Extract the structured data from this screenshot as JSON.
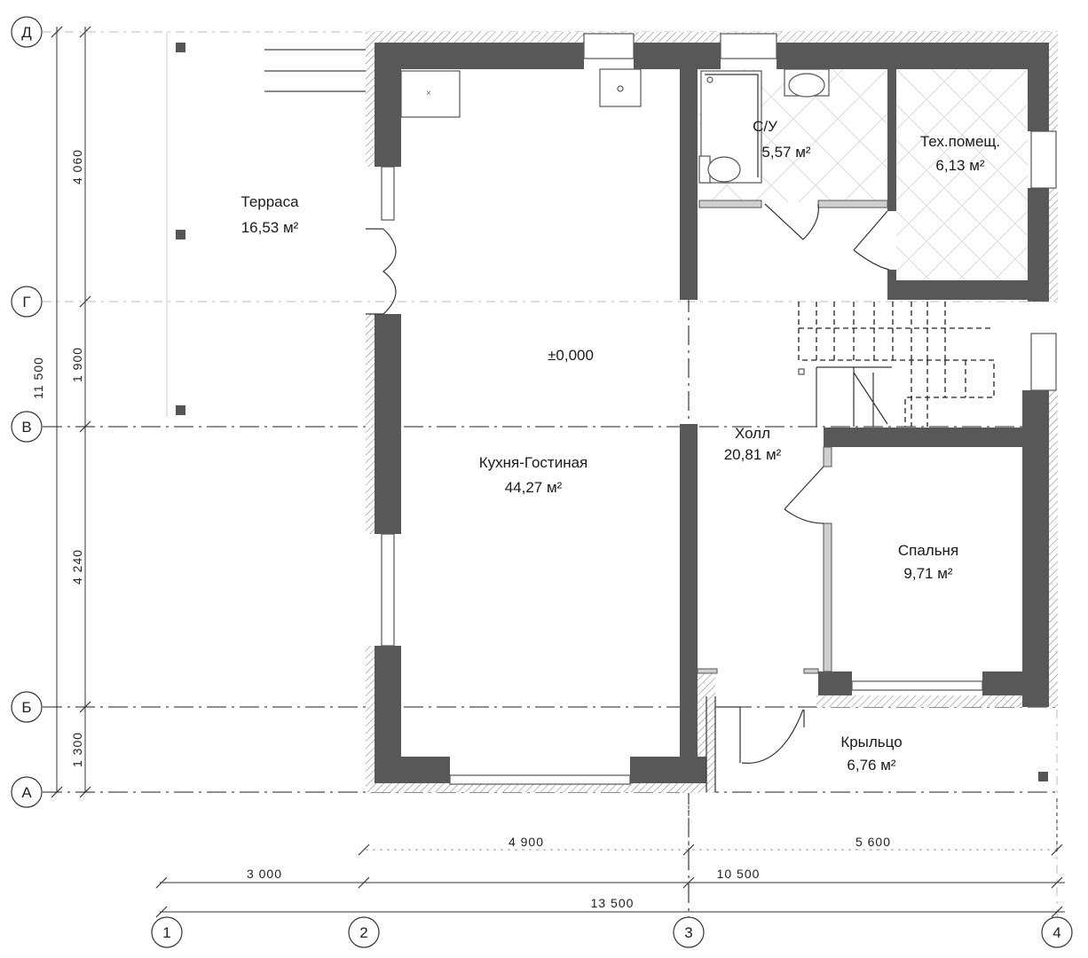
{
  "rooms": [
    {
      "name": "Терраса",
      "area": "16,53 м²"
    },
    {
      "name": "С/У",
      "area": "5,57 м²"
    },
    {
      "name": "Тех.помещ.",
      "area": "6,13 м²"
    },
    {
      "name": "Кухня-Гостиная",
      "area": "44,27 м²"
    },
    {
      "name": "Холл",
      "area": "20,81 м²"
    },
    {
      "name": "Спальня",
      "area": "9,71 м²"
    },
    {
      "name": "Крыльцо",
      "area": "6,76 м²"
    }
  ],
  "level_mark": "±0,000",
  "axes": {
    "rows": [
      "Д",
      "Г",
      "В",
      "Б",
      "А"
    ],
    "cols": [
      "1",
      "2",
      "3",
      "4"
    ]
  },
  "dimensions": {
    "vertical_total": "11 500",
    "vertical_parts": [
      "4 060",
      "1 900",
      "4 240",
      "1 300"
    ],
    "horizontal_inner": [
      "4 900",
      "5 600"
    ],
    "horizontal_mid": [
      "3 000",
      "10 500"
    ],
    "horizontal_total": "13 500"
  }
}
